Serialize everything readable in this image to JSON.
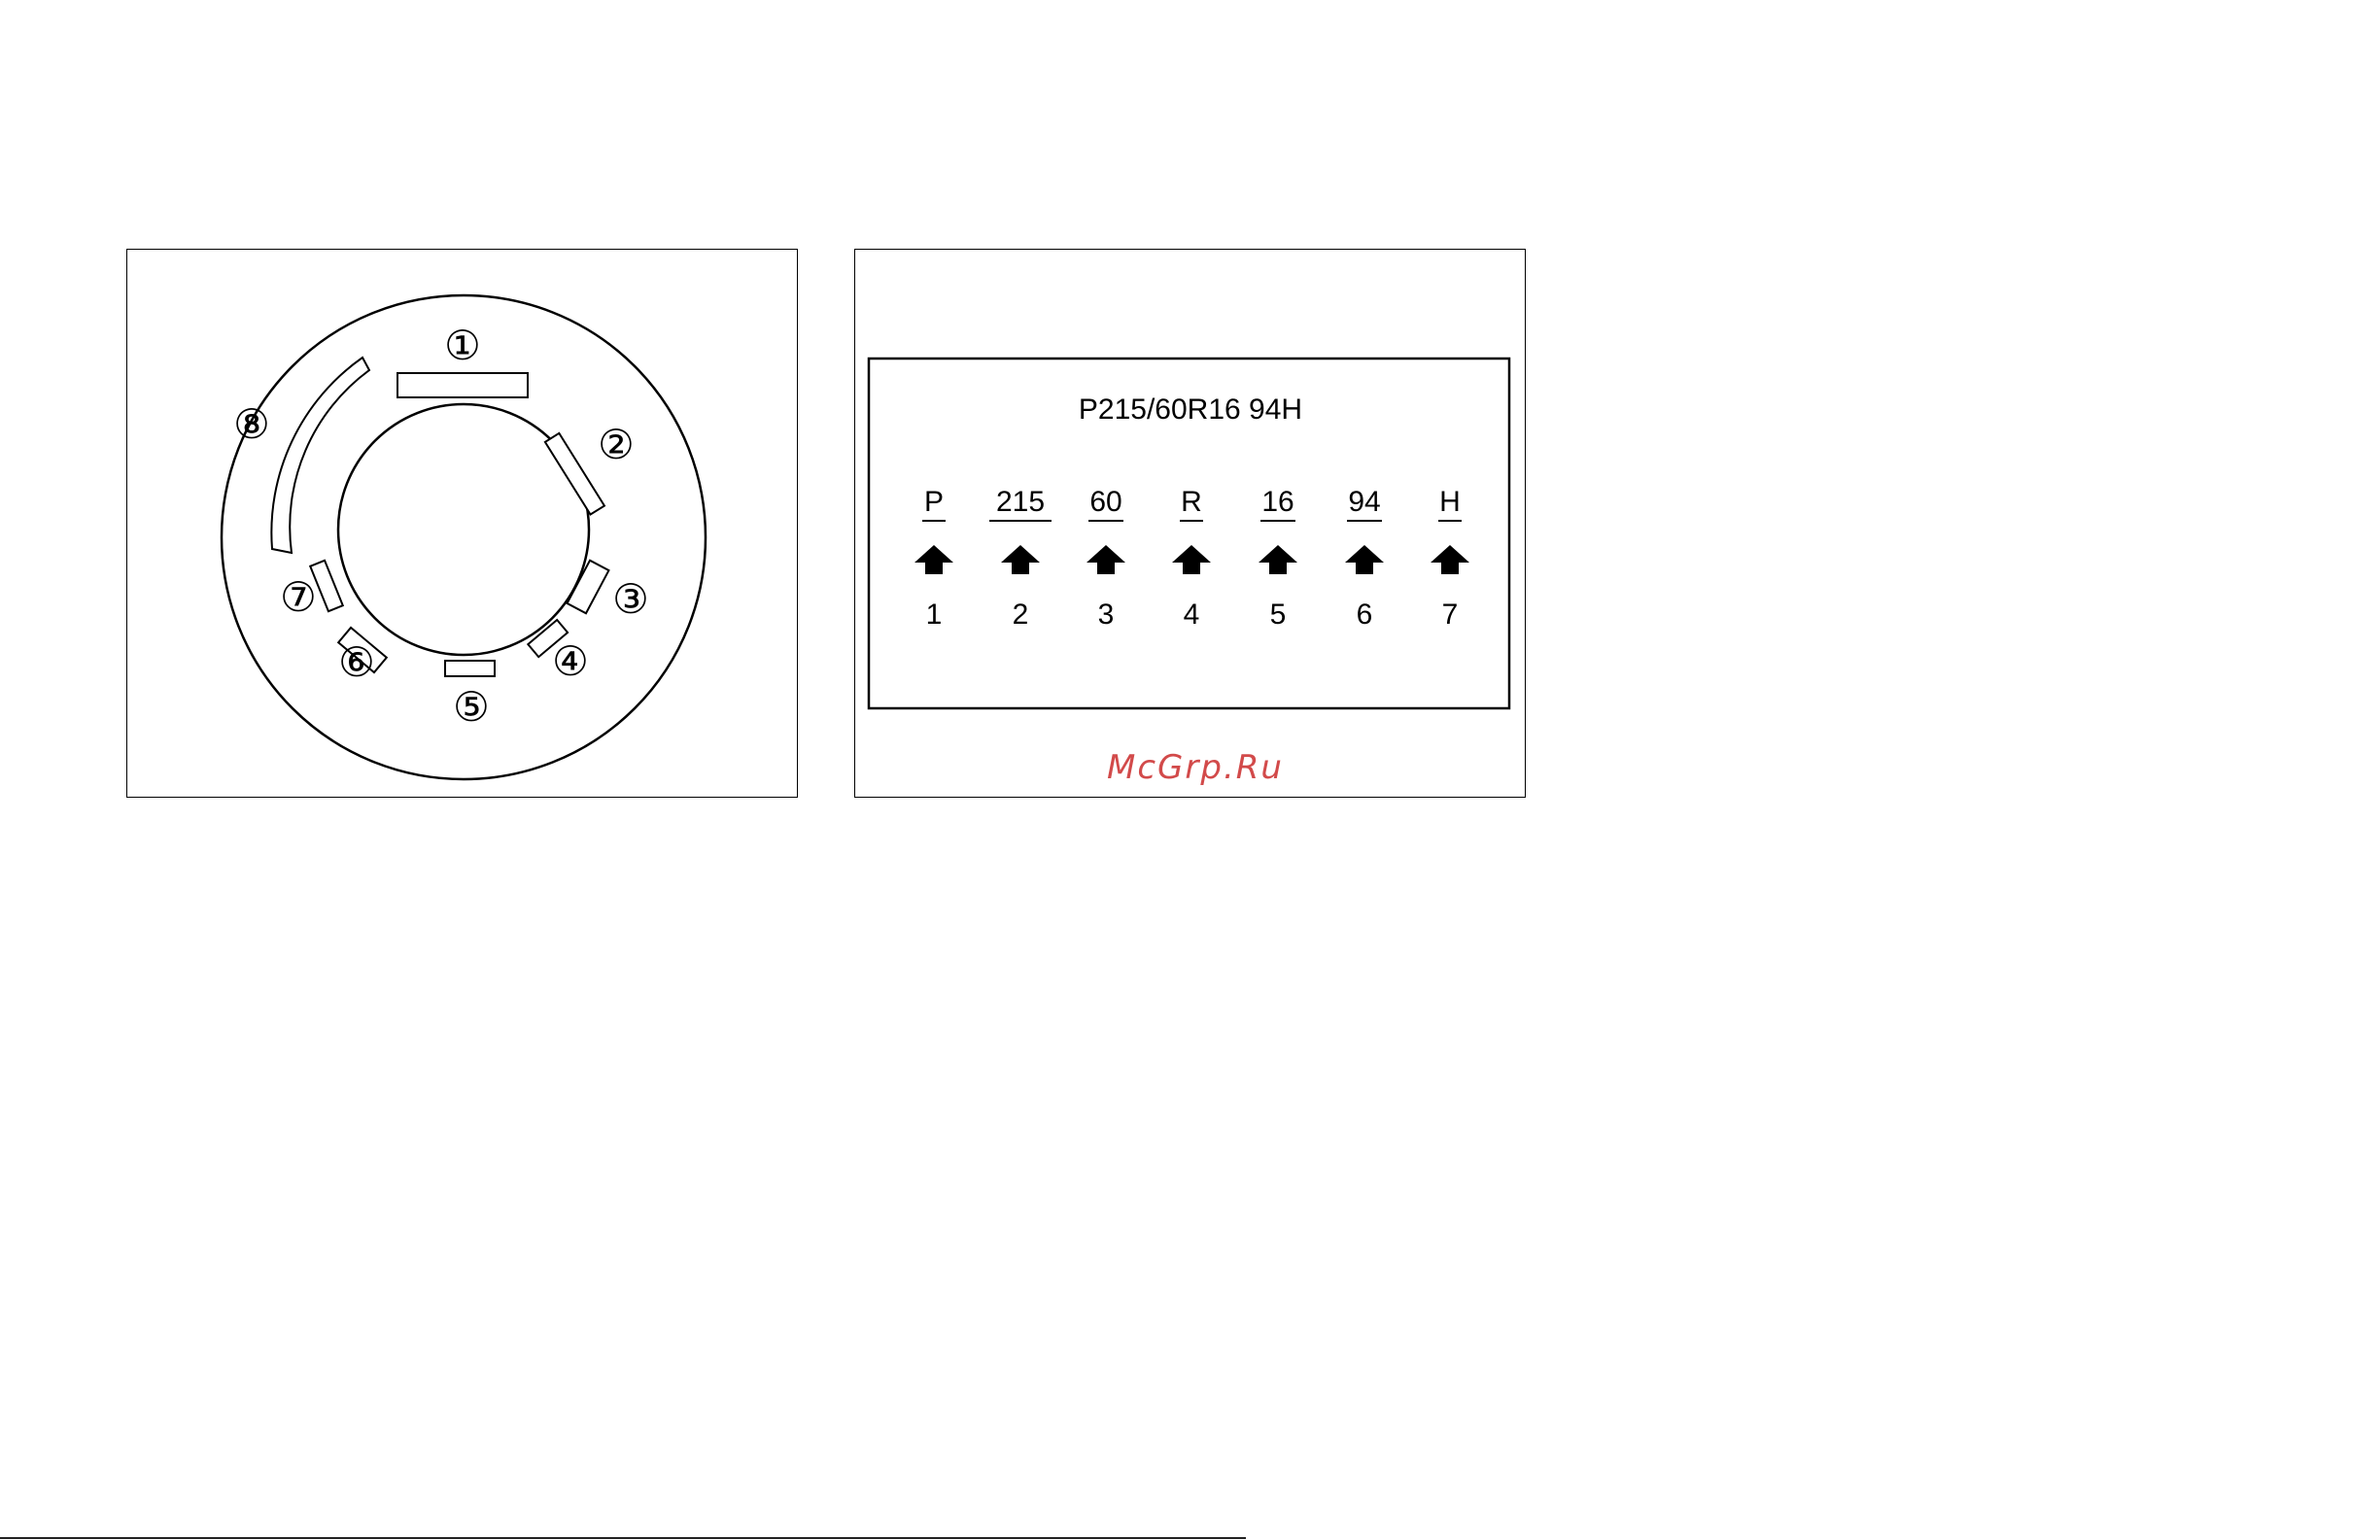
{
  "sidewall": {
    "callouts": [
      "①",
      "②",
      "③",
      "④",
      "⑤",
      "⑥",
      "⑦",
      "⑧"
    ]
  },
  "tire_size": {
    "code": "P215/60R16 94H",
    "segments": [
      "P",
      "215",
      "60",
      "R",
      "16",
      "94",
      "H"
    ],
    "numbers": [
      "1",
      "2",
      "3",
      "4",
      "5",
      "6",
      "7"
    ],
    "pointer_icon": "up-arrow-icon"
  },
  "watermark": "McGrp.Ru",
  "colors": {
    "line": "#000000",
    "watermark": "#d24a4a"
  }
}
